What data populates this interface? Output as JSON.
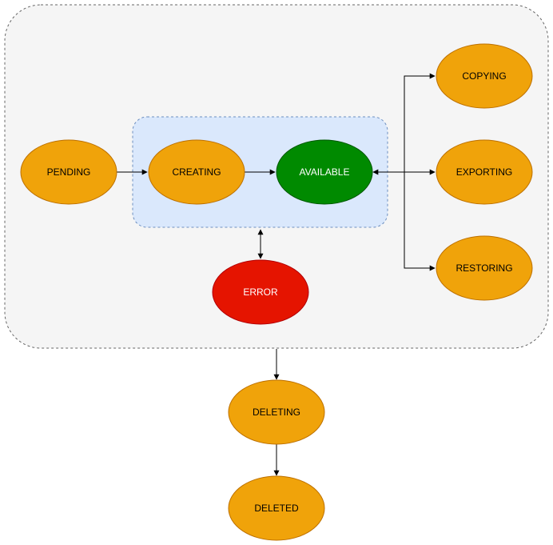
{
  "nodes": {
    "pending": {
      "label": "PENDING"
    },
    "creating": {
      "label": "CREATING"
    },
    "available": {
      "label": "AVAILABLE"
    },
    "error": {
      "label": "ERROR"
    },
    "copying": {
      "label": "COPYING"
    },
    "exporting": {
      "label": "EXPORTING"
    },
    "restoring": {
      "label": "RESTORING"
    },
    "deleting": {
      "label": "DELETING"
    },
    "deleted": {
      "label": "DELETED"
    }
  },
  "colors": {
    "state_fill": "#f0a30a",
    "state_stroke": "#bd7000",
    "available_fill": "#008a00",
    "available_stroke": "#005700",
    "error_fill": "#e51400",
    "error_stroke": "#b20000",
    "outer_group_fill": "#f5f5f5",
    "outer_group_stroke": "#666666",
    "inner_group_fill": "#dae8fc",
    "inner_group_stroke": "#6c8ebf",
    "edge": "#000000"
  }
}
